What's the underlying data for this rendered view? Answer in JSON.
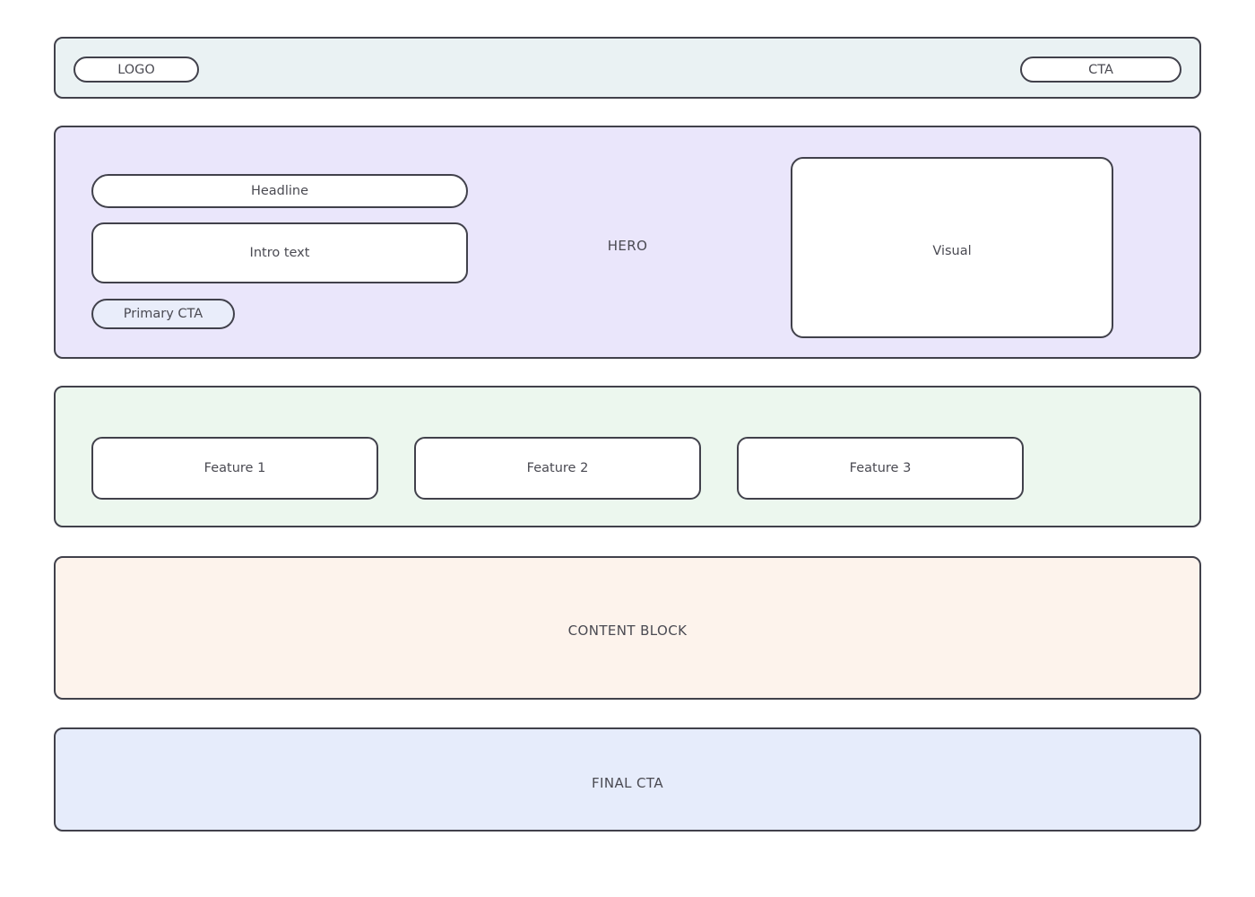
{
  "page": {
    "background": "#ffffff",
    "border_color": "#41414b",
    "text_color": "#4a4a52"
  },
  "header": {
    "background": "#eaf2f3",
    "logo_label": "LOGO",
    "cta_label": "CTA"
  },
  "hero": {
    "background": "#eae6fb",
    "section_label": "HERO",
    "headline_label": "Headline",
    "intro_label": "Intro text",
    "primary_cta_label": "Primary CTA",
    "primary_cta_background": "#e9edfa",
    "visual_label": "Visual"
  },
  "features": {
    "background": "#ecf7ee",
    "items": [
      {
        "label": "Feature 1"
      },
      {
        "label": "Feature 2"
      },
      {
        "label": "Feature 3"
      }
    ]
  },
  "content": {
    "background": "#fdf3ec",
    "label": "CONTENT BLOCK"
  },
  "final_cta": {
    "background": "#e6ecfb",
    "label": "FINAL CTA"
  }
}
